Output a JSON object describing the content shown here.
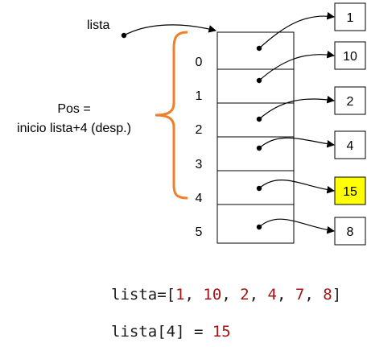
{
  "variable_label": "lista",
  "offset_note": [
    "Pos =",
    "inicio lista+4 (desp.)"
  ],
  "indices": [
    "0",
    "1",
    "2",
    "3",
    "4",
    "5"
  ],
  "values": [
    "1",
    "10",
    "2",
    "4",
    "15",
    "8"
  ],
  "highlighted_value": "15",
  "colors": {
    "brace": "#f07f2a",
    "highlight": "#ffff00",
    "number": "#a31515"
  },
  "code": {
    "line1": {
      "prefix": "lista=[",
      "items": [
        "1",
        "10",
        "2",
        "4",
        "7",
        "8"
      ],
      "sep": ", ",
      "suffix": "]"
    },
    "line2": {
      "prefix": "lista[4] = ",
      "value": "15"
    }
  }
}
